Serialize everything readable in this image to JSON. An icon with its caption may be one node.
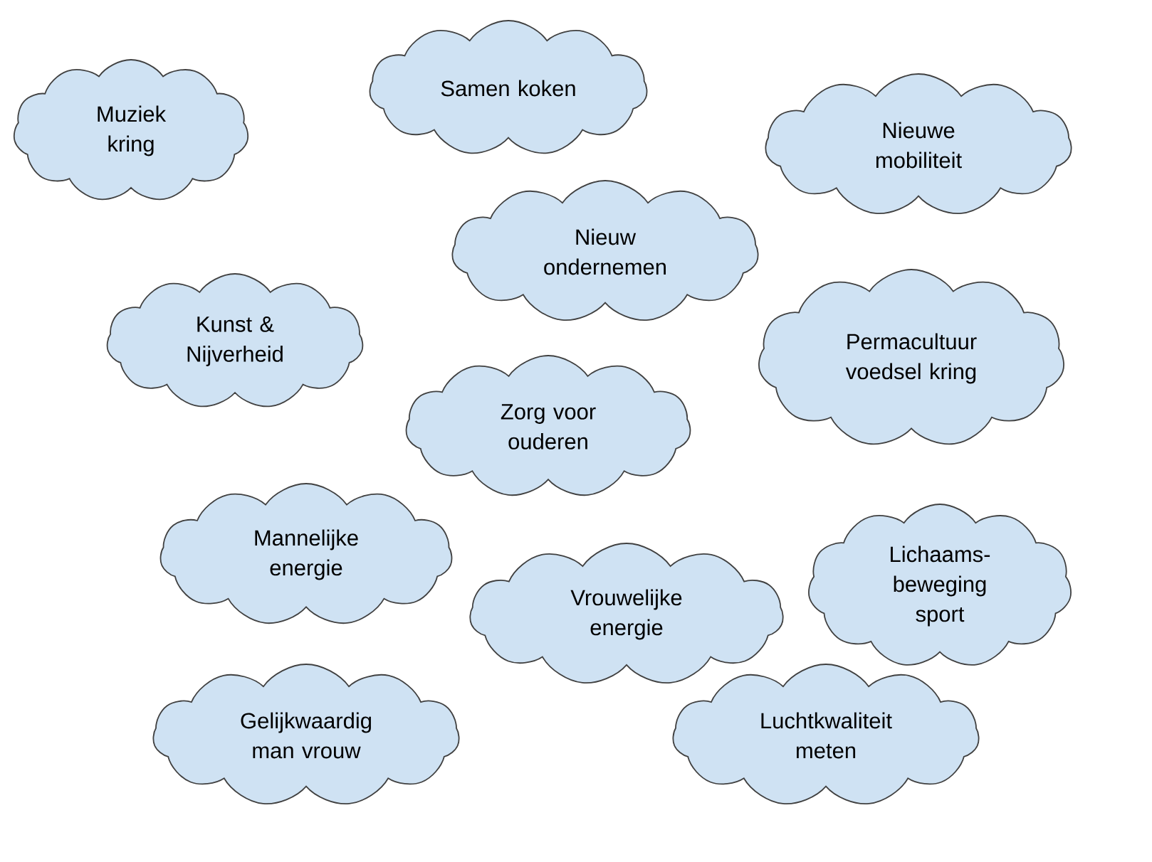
{
  "diagram": {
    "nodes": [
      {
        "text": [
          "Muziek kring"
        ]
      },
      {
        "text": [
          "Samen koken"
        ]
      },
      {
        "text": [
          "Nieuwe mobiliteit"
        ]
      },
      {
        "text": [
          "Nieuw ondernemen"
        ]
      },
      {
        "text": [
          "Kunst & Nijverheid"
        ]
      },
      {
        "text": [
          "Permacultuur voedsel kring"
        ]
      },
      {
        "text": [
          "Zorg voor ouderen"
        ]
      },
      {
        "text": [
          "Mannelijke energie"
        ]
      },
      {
        "text": [
          "Lichaams- beweging sport"
        ]
      },
      {
        "text": [
          "Vrouwelijke energie"
        ]
      },
      {
        "text": [
          "Gelijkwaardig man vrouw"
        ]
      },
      {
        "text": [
          "Luchtkwaliteit meten"
        ]
      }
    ]
  }
}
